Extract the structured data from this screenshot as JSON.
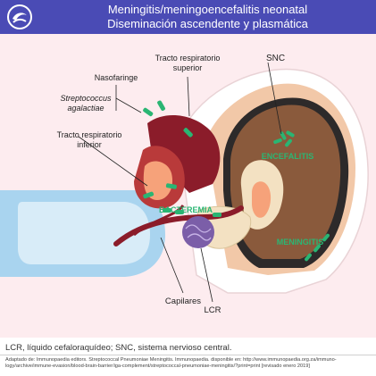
{
  "header": {
    "title_line1": "Meningitis/meningoencefalitis neonatal",
    "title_line2": "Diseminación ascendente y plasmática",
    "background_color": "#4a4bb5"
  },
  "labels": {
    "tracto_superior_1": "Tracto respiratorio",
    "tracto_superior_2": "superior",
    "nasofaringe": "Nasofaringe",
    "streptococcus_1": "Streptococcus",
    "streptococcus_2": "agalactiae",
    "tracto_inferior_1": "Tracto respiratorio",
    "tracto_inferior_2": "inferior",
    "snc": "SNC",
    "encefalitis": "ENCEFALITIS",
    "bacteremia": "BACTEREMIA",
    "meningitis": "MENINGITIS",
    "capilares": "Capilares",
    "lcr": "LCR"
  },
  "footnote": "LCR, líquido cefaloraquídeo; SNC, sistema nervioso central.",
  "source": "Adaptado de: Immunopaedia editors. Streptococcal Pneumoniae Meningitis. Immunopaedia. disponible en: http://www.immunopaedia.org.za/immuno-logy/archive/immune-evasion/blood-brain-barrier/iga-complement/streptococcal-pneumoniae-meningitis/?print=print [revisado enero 2019]",
  "colors": {
    "bacteria": "#2ab573",
    "highlight_text": "#2bb673",
    "brain": "#8a5a3c",
    "tissue": "#8b1c2a",
    "skin": "#f2c8a8",
    "ventricle": "#f6a27a",
    "ice": "#a9d4ef"
  }
}
